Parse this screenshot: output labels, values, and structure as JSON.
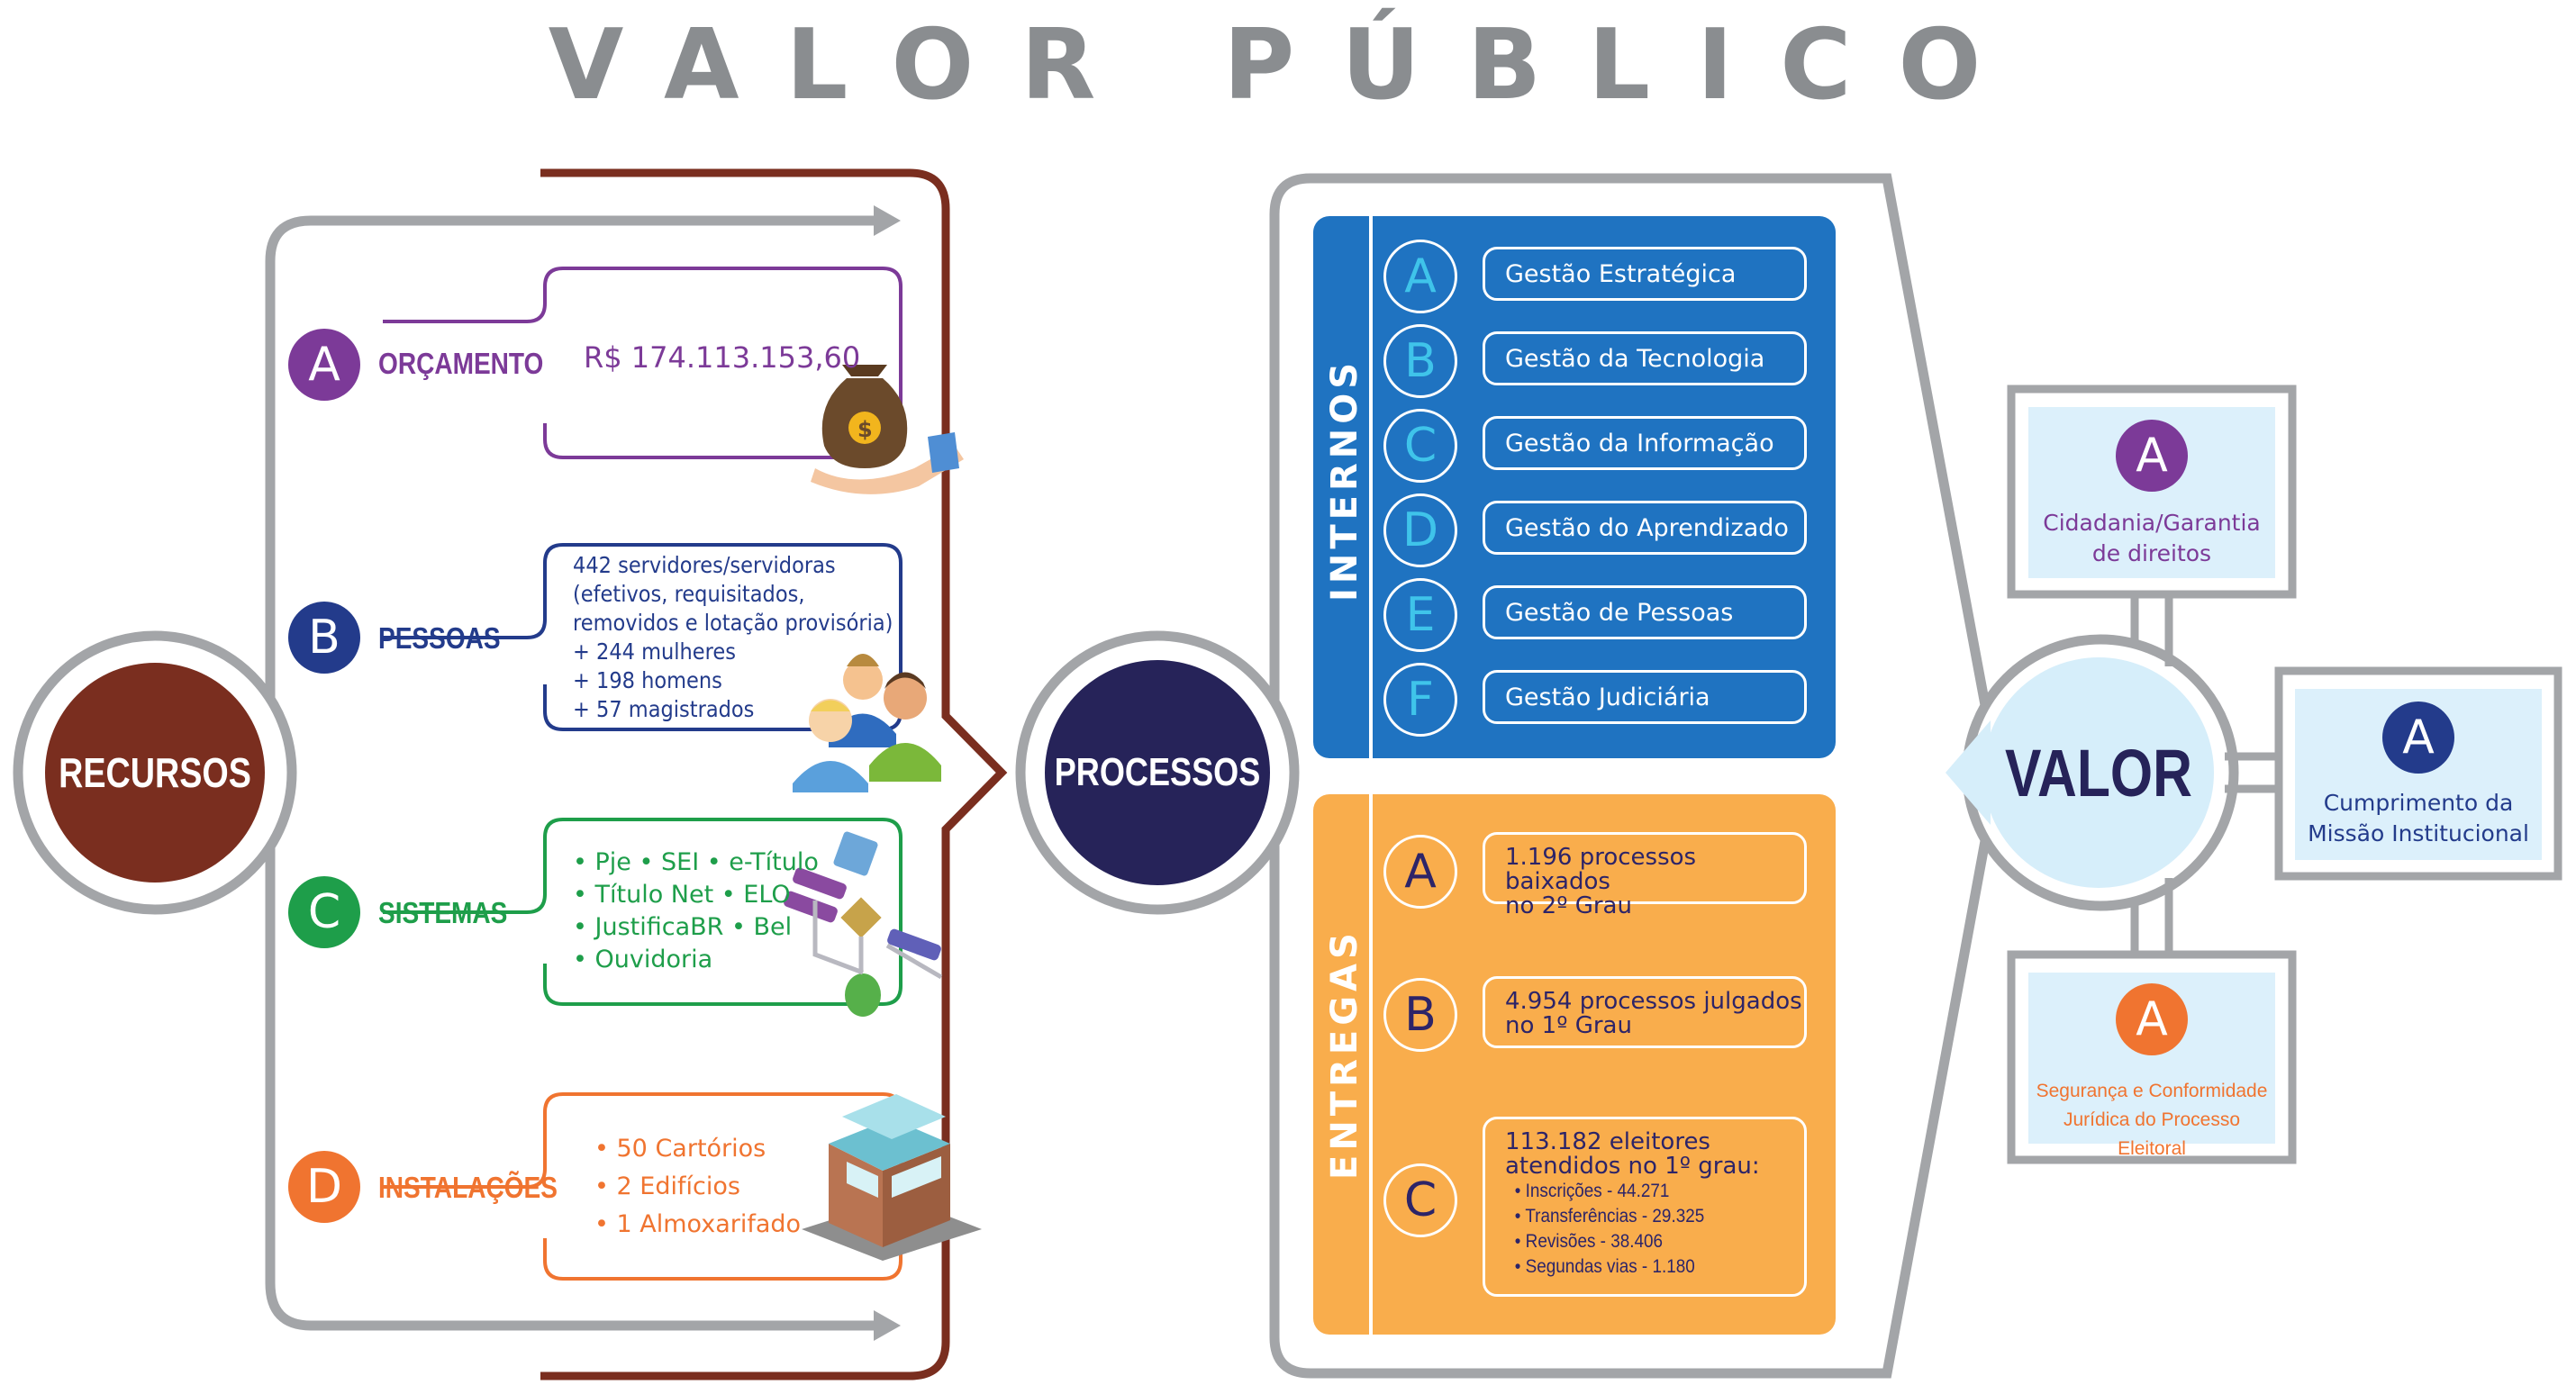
{
  "title": "VALOR PÚBLICO",
  "colors": {
    "recursos": "#7a2e1f",
    "processos": "#262359",
    "valor": "#d6eefa",
    "purple": "#7c3a98",
    "blue": "#233b8b",
    "green": "#1e9e4a",
    "orange": "#f07430",
    "internos_panel": "#1f73c1",
    "entregas_panel": "#f9ad4c",
    "gray_frame": "#a3a5a8"
  },
  "recursos": {
    "label": "RECURSOS",
    "items": [
      {
        "letter": "A",
        "label": "ORÇAMENTO",
        "icon": "money-bag-icon",
        "lines": [
          "R$ 174.113.153,60"
        ]
      },
      {
        "letter": "B",
        "label": "PESSOAS",
        "icon": "people-icon",
        "lines": [
          "442 servidores/servidoras",
          "(efetivos, requisitados,",
          "removidos e lotação provisória)",
          "+ 244 mulheres",
          "+ 198 homens",
          "+ 57 magistrados"
        ]
      },
      {
        "letter": "C",
        "label": "SISTEMAS",
        "icon": "flowchart-icon",
        "lines": [
          "• Pje • SEI • e-Título",
          "• Título Net • ELO",
          "• JustificaBR • Bel",
          "• Ouvidoria"
        ]
      },
      {
        "letter": "D",
        "label": "INSTALAÇÕES",
        "icon": "building-icon",
        "lines": [
          "• 50 Cartórios",
          "• 2 Edifícios",
          "• 1 Almoxarifado"
        ]
      }
    ]
  },
  "processos": {
    "label": "PROCESSOS",
    "internos": {
      "title": "INTERNOS",
      "items": [
        {
          "letter": "A",
          "text": "Gestão Estratégica"
        },
        {
          "letter": "B",
          "text": "Gestão da Tecnologia"
        },
        {
          "letter": "C",
          "text": "Gestão da Informação"
        },
        {
          "letter": "D",
          "text": "Gestão do Aprendizado"
        },
        {
          "letter": "E",
          "text": "Gestão de Pessoas"
        },
        {
          "letter": "F",
          "text": "Gestão Judiciária"
        }
      ]
    },
    "entregas": {
      "title": "ENTREGAS",
      "items": [
        {
          "letter": "A",
          "lines": [
            "1.196 processos baixados",
            "no 2º Grau"
          ],
          "details": []
        },
        {
          "letter": "B",
          "lines": [
            "4.954 processos julgados",
            "no 1º Grau"
          ],
          "details": []
        },
        {
          "letter": "C",
          "lines": [
            "113.182 eleitores",
            "atendidos no 1º grau:"
          ],
          "details": [
            "• Inscrições - 44.271",
            "• Transferências - 29.325",
            "• Revisões - 38.406",
            "• Segundas vias - 1.180"
          ]
        }
      ]
    }
  },
  "valor": {
    "label": "VALOR",
    "items": [
      {
        "letter": "A",
        "lines": [
          "Cidadania/Garantia",
          "de direitos"
        ]
      },
      {
        "letter": "A",
        "lines": [
          "Cumprimento da",
          "Missão Institucional"
        ]
      },
      {
        "letter": "A",
        "lines": [
          "Segurança e Conformidade",
          "Jurídica do Processo Eleitoral"
        ]
      }
    ]
  }
}
